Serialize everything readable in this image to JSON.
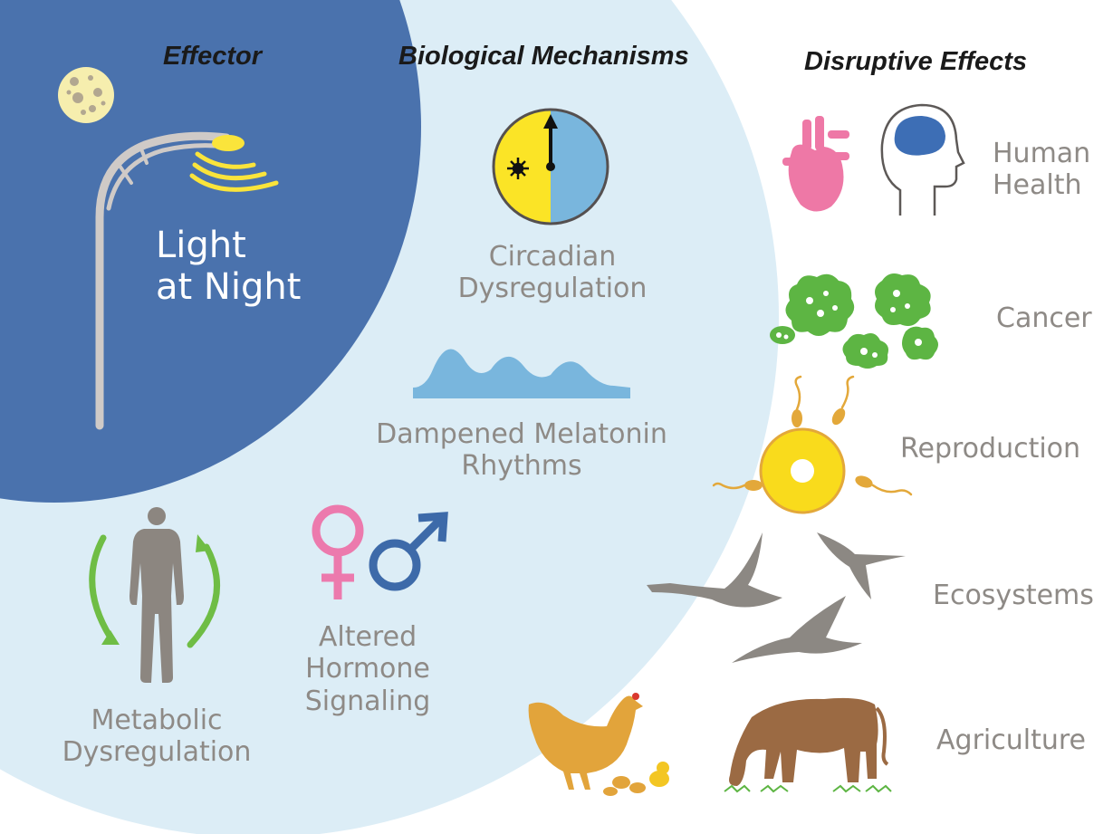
{
  "headers": {
    "effector": "Effector",
    "mechanisms": "Biological Mechanisms",
    "effects": "Disruptive Effects"
  },
  "effector": {
    "label_line1": "Light",
    "label_line2": "at Night"
  },
  "mechanisms": {
    "circadian_line1": "Circadian",
    "circadian_line2": "Dysregulation",
    "melatonin_line1": "Dampened Melatonin",
    "melatonin_line2": "Rhythms",
    "hormone_line1": "Altered",
    "hormone_line2": "Hormone",
    "hormone_line3": "Signaling",
    "metabolic_line1": "Metabolic",
    "metabolic_line2": "Dysregulation"
  },
  "effects": {
    "human_health_line1": "Human",
    "human_health_line2": "Health",
    "cancer": "Cancer",
    "reproduction": "Reproduction",
    "ecosystems": "Ecosystems",
    "agriculture": "Agriculture"
  },
  "colors": {
    "effector_blue": "#4a72ad",
    "mechanism_blue": "#dcedf6",
    "label_gray": "#8e8a86",
    "circadian_yellow": "#fbe426",
    "circadian_blue": "#79b6dd",
    "heart_pink": "#ee78a6",
    "brain_blue": "#3d6eb5",
    "cancer_green": "#5db543",
    "egg_yellow": "#f9db1c",
    "sperm_orange": "#e3a83a",
    "bird_gray": "#8c8883",
    "chicken_orange": "#e2a43b",
    "cow_brown": "#9b6a43",
    "female_pink": "#ec7aad",
    "male_blue": "#3d6aa9",
    "arrow_green": "#6fbd45"
  }
}
